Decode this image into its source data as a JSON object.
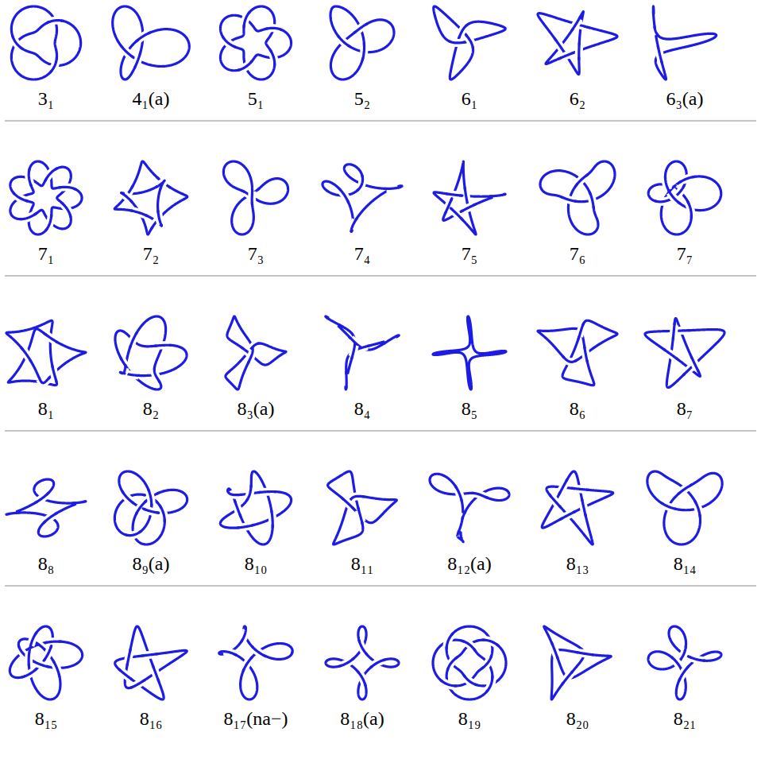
{
  "diagram": {
    "labels": [
      "3₁",
      "4₁(a)",
      "5₁",
      "5₂",
      "6₁",
      "6₂",
      "6₃(a)",
      "7₁",
      "7₂",
      "7₃",
      "7₄",
      "7₅",
      "7₆",
      "7₇",
      "8₁",
      "8₂",
      "8₃(a)",
      "8₄",
      "8₅",
      "8₆",
      "8₇",
      "8₈",
      "8₉(a)",
      "8₁₀",
      "8₁₁",
      "8₁₂(a)",
      "8₁₃",
      "8₁₄",
      "8₁₅",
      "8₁₆",
      "8₁₇(na−)",
      "8₁₈(a)",
      "8₁₉",
      "8₂₀",
      "8₂₁"
    ]
  }
}
